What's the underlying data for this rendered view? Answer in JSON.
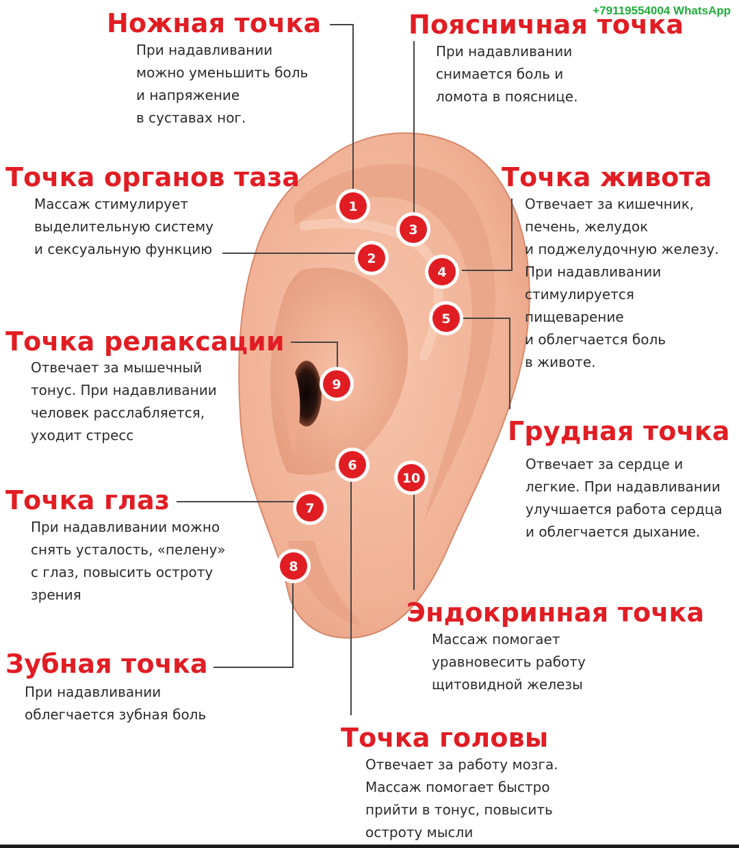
{
  "watermark": "+79119554004 WhatsApp",
  "colors": {
    "accent": "#e11d24",
    "text": "#2b2b2b",
    "skin": "#f2b396",
    "watermark": "#1fae3a"
  },
  "points": [
    {
      "num": "1",
      "title": "Ножная точка",
      "description": "При надавливании\nможно уменьшить боль\nи напряжение\nв суставах ног."
    },
    {
      "num": "2",
      "title": "Точка органов таза",
      "description": "Массаж стимулирует\nвыделительную систему\nи сексуальную функцию"
    },
    {
      "num": "3",
      "title": "Поясничная точка",
      "description": "При надавливании\nснимается боль и\nломота в пояснице."
    },
    {
      "num": "4",
      "title": "Точка живота",
      "description": "Отвечает за кишечник,\nпечень, желудок\nи поджелудочную железу.\nПри надавливании\nстимулируется\nпищеварение\nи облегчается боль\nв животе."
    },
    {
      "num": "5",
      "title": "Грудная точка",
      "description": "Отвечает за сердце и\nлегкие. При надавливании\nулучшается работа сердца\nи облегчается дыхание."
    },
    {
      "num": "6",
      "title": "Точка головы",
      "description": "Отвечает за работу мозга.\nМассаж помогает быстро\nприйти в тонус, повысить\nостроту мысли"
    },
    {
      "num": "7",
      "title": "Точка глаз",
      "description": "При надавливании можно\nснять усталость, «пелену»\nс глаз, повысить остроту\nзрения"
    },
    {
      "num": "8",
      "title": "Зубная точка",
      "description": "При надавливании\nоблегчается зубная боль"
    },
    {
      "num": "9",
      "title": "Точка релаксации",
      "description": "Отвечает за мышечный\nтонус. При надавливании\nчеловек расслабляется,\nуходит стресс"
    },
    {
      "num": "10",
      "title": "Эндокринная точка",
      "description": "Массаж помогает\nуравновесить работу\nщитовидной железы"
    }
  ]
}
